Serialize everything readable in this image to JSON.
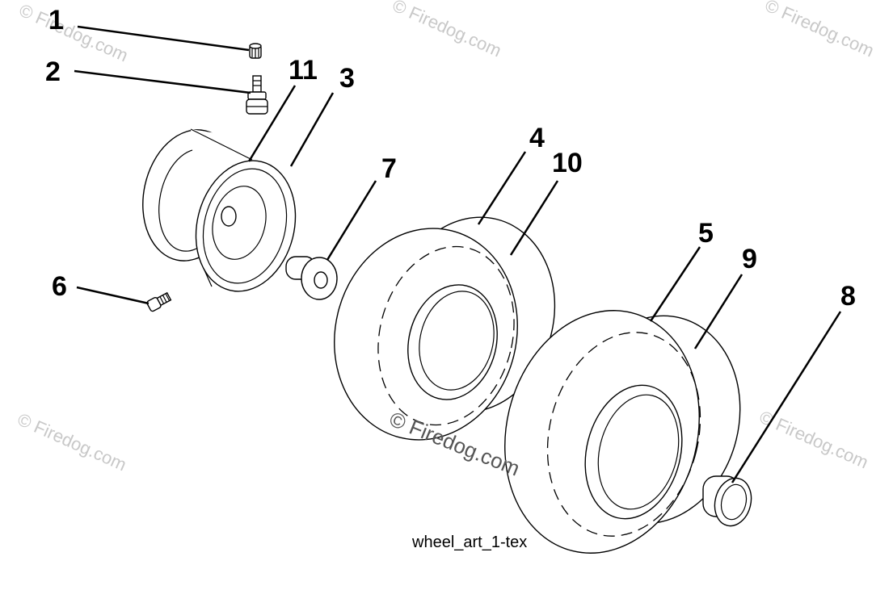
{
  "callouts": {
    "c1": "1",
    "c2": "2",
    "c3": "3",
    "c4": "4",
    "c5": "5",
    "c6": "6",
    "c7": "7",
    "c8": "8",
    "c9": "9",
    "c10": "10",
    "c11": "11"
  },
  "caption": "wheel_art_1-tex",
  "watermark": {
    "corner": "© Firedog.com",
    "center": "© Firedog.com"
  }
}
